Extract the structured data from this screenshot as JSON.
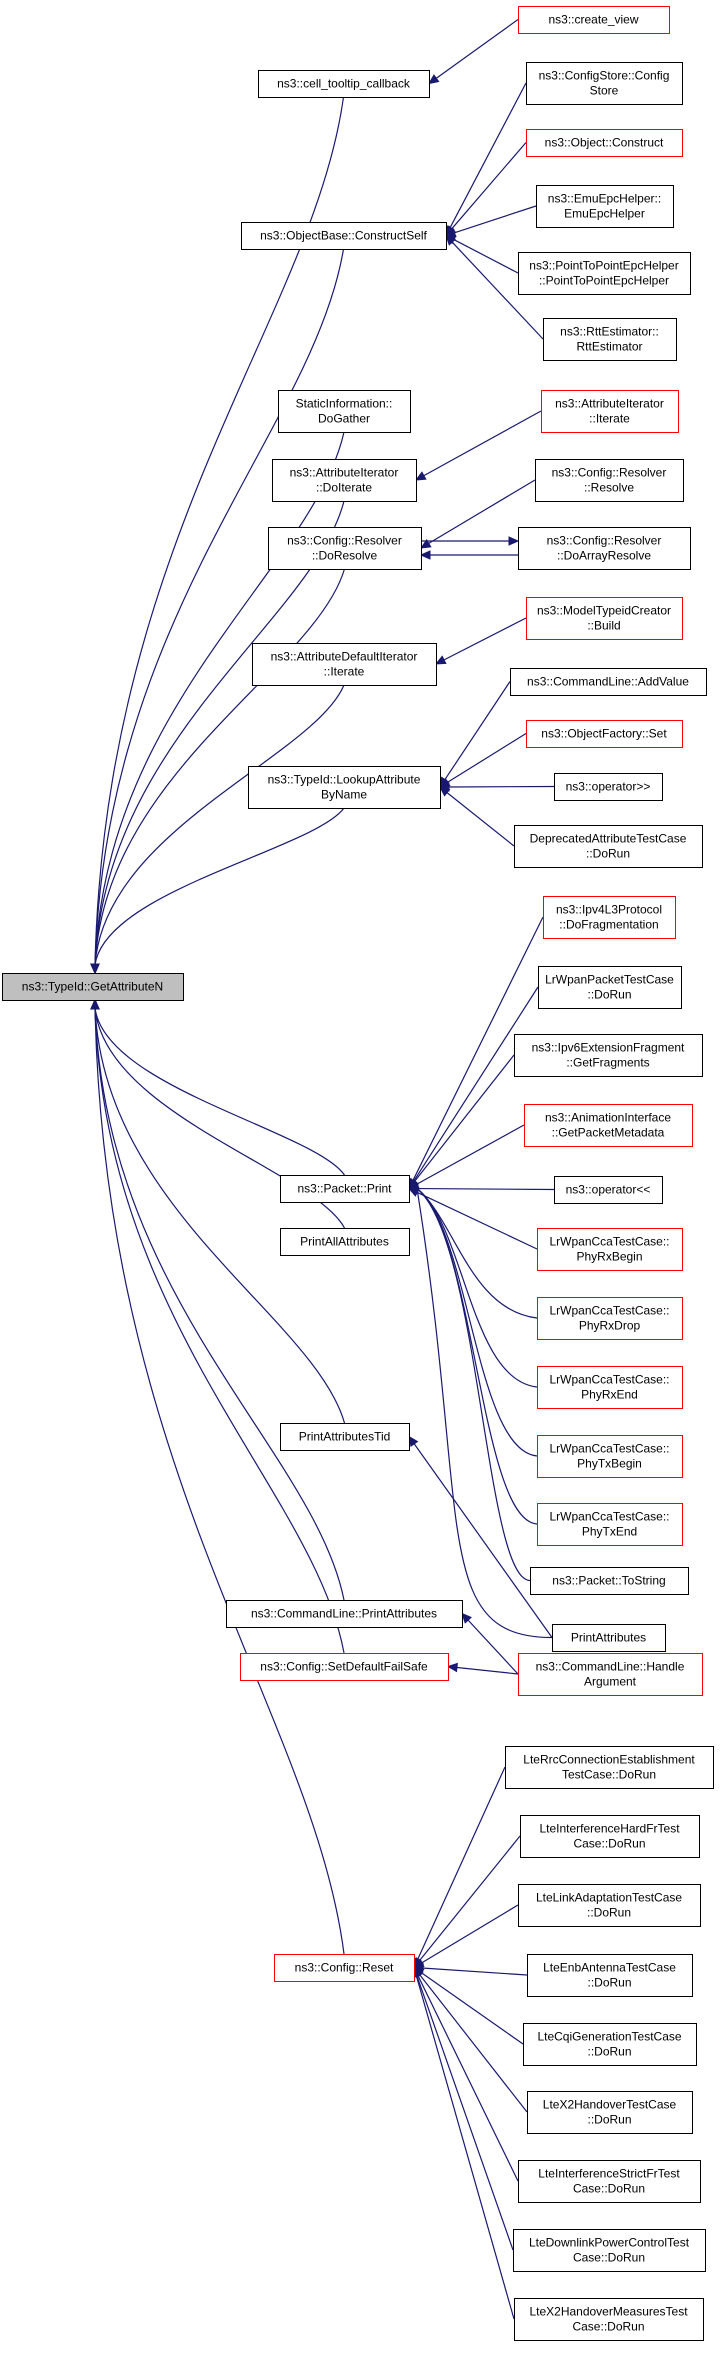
{
  "root": {
    "id": "root",
    "label": [
      "ns3::TypeId::GetAttributeN"
    ]
  },
  "nodes": [
    {
      "id": "cell_tooltip",
      "label": [
        "ns3::cell_tooltip_callback"
      ],
      "red": false
    },
    {
      "id": "create_view",
      "label": [
        "ns3::create_view"
      ],
      "red": true
    },
    {
      "id": "construct_self",
      "label": [
        "ns3::ObjectBase::ConstructSelf"
      ],
      "red": false
    },
    {
      "id": "configstore",
      "label": [
        "ns3::ConfigStore::Config",
        "Store"
      ],
      "red": false
    },
    {
      "id": "object_construct",
      "label": [
        "ns3::Object::Construct"
      ],
      "red": true
    },
    {
      "id": "emu_epc",
      "label": [
        "ns3::EmuEpcHelper::",
        "EmuEpcHelper"
      ],
      "red": false
    },
    {
      "id": "p2p_epc",
      "label": [
        "ns3::PointToPointEpcHelper",
        "::PointToPointEpcHelper"
      ],
      "red": false
    },
    {
      "id": "rtt_est",
      "label": [
        "ns3::RttEstimator::",
        "RttEstimator"
      ],
      "red": false
    },
    {
      "id": "static_info",
      "label": [
        "StaticInformation::",
        "DoGather"
      ],
      "red": false
    },
    {
      "id": "attr_iter_doiterate",
      "label": [
        "ns3::AttributeIterator",
        "::DoIterate"
      ],
      "red": false
    },
    {
      "id": "attr_iter_iterate",
      "label": [
        "ns3::AttributeIterator",
        "::Iterate"
      ],
      "red": true
    },
    {
      "id": "resolver_doresolve",
      "label": [
        "ns3::Config::Resolver",
        "::DoResolve"
      ],
      "red": false
    },
    {
      "id": "resolver_resolve",
      "label": [
        "ns3::Config::Resolver",
        "::Resolve"
      ],
      "red": false
    },
    {
      "id": "resolver_doarray",
      "label": [
        "ns3::Config::Resolver",
        "::DoArrayResolve"
      ],
      "red": false
    },
    {
      "id": "attr_default_iter",
      "label": [
        "ns3::AttributeDefaultIterator",
        "::Iterate"
      ],
      "red": false
    },
    {
      "id": "model_typeid",
      "label": [
        "ns3::ModelTypeidCreator",
        "::Build"
      ],
      "red": true
    },
    {
      "id": "lookup_attr",
      "label": [
        "ns3::TypeId::LookupAttribute",
        "ByName"
      ],
      "red": false
    },
    {
      "id": "cmdline_addvalue",
      "label": [
        "ns3::CommandLine::AddValue"
      ],
      "red": false
    },
    {
      "id": "objfactory_set",
      "label": [
        "ns3::ObjectFactory::Set"
      ],
      "red": true
    },
    {
      "id": "op_rshift",
      "label": [
        "ns3::operator>>"
      ],
      "red": false
    },
    {
      "id": "deprecated_attr",
      "label": [
        "DeprecatedAttributeTestCase",
        "::DoRun"
      ],
      "red": false
    },
    {
      "id": "ipv4l3",
      "label": [
        "ns3::Ipv4L3Protocol",
        "::DoFragmentation"
      ],
      "red": true
    },
    {
      "id": "lrwpan_packet",
      "label": [
        "LrWpanPacketTestCase",
        "::DoRun"
      ],
      "red": false
    },
    {
      "id": "ipv6ext",
      "label": [
        "ns3::Ipv6ExtensionFragment",
        "::GetFragments"
      ],
      "red": false
    },
    {
      "id": "anim_iface",
      "label": [
        "ns3::AnimationInterface",
        "::GetPacketMetadata"
      ],
      "red": true
    },
    {
      "id": "packet_print",
      "label": [
        "ns3::Packet::Print"
      ],
      "red": false
    },
    {
      "id": "op_lshift",
      "label": [
        "ns3::operator<<"
      ],
      "red": false
    },
    {
      "id": "print_all_attrs",
      "label": [
        "PrintAllAttributes"
      ],
      "red": false
    },
    {
      "id": "phy_rx_begin",
      "label": [
        "LrWpanCcaTestCase::",
        "PhyRxBegin"
      ],
      "red": true
    },
    {
      "id": "phy_rx_drop",
      "label": [
        "LrWpanCcaTestCase::",
        "PhyRxDrop"
      ],
      "red": true
    },
    {
      "id": "phy_rx_end",
      "label": [
        "LrWpanCcaTestCase::",
        "PhyRxEnd"
      ],
      "red": true
    },
    {
      "id": "print_attrs_tid",
      "label": [
        "PrintAttributesTid"
      ],
      "red": false
    },
    {
      "id": "phy_tx_begin",
      "label": [
        "LrWpanCcaTestCase::",
        "PhyTxBegin"
      ],
      "red": true
    },
    {
      "id": "phy_tx_end",
      "label": [
        "LrWpanCcaTestCase::",
        "PhyTxEnd"
      ],
      "red": true
    },
    {
      "id": "packet_tostring",
      "label": [
        "ns3::Packet::ToString"
      ],
      "red": false
    },
    {
      "id": "cmdline_printattrs",
      "label": [
        "ns3::CommandLine::PrintAttributes"
      ],
      "red": false
    },
    {
      "id": "print_attrs",
      "label": [
        "PrintAttributes"
      ],
      "red": false
    },
    {
      "id": "set_default_failsafe",
      "label": [
        "ns3::Config::SetDefaultFailSafe"
      ],
      "red": true
    },
    {
      "id": "handle_arg",
      "label": [
        "ns3::CommandLine::Handle",
        "Argument"
      ],
      "red": true
    },
    {
      "id": "lte_rrc",
      "label": [
        "LteRrcConnectionEstablishment",
        "TestCase::DoRun"
      ],
      "red": false
    },
    {
      "id": "lte_interf_hard",
      "label": [
        "LteInterferenceHardFrTest",
        "Case::DoRun"
      ],
      "red": false
    },
    {
      "id": "lte_link_adapt",
      "label": [
        "LteLinkAdaptationTestCase",
        "::DoRun"
      ],
      "red": false
    },
    {
      "id": "config_reset",
      "label": [
        "ns3::Config::Reset"
      ],
      "red": true
    },
    {
      "id": "lte_enb_antenna",
      "label": [
        "LteEnbAntennaTestCase",
        "::DoRun"
      ],
      "red": false
    },
    {
      "id": "lte_cqi",
      "label": [
        "LteCqiGenerationTestCase",
        "::DoRun"
      ],
      "red": false
    },
    {
      "id": "lte_x2_handover",
      "label": [
        "LteX2HandoverTestCase",
        "::DoRun"
      ],
      "red": false
    },
    {
      "id": "lte_interf_strict",
      "label": [
        "LteInterferenceStrictFrTest",
        "Case::DoRun"
      ],
      "red": false
    },
    {
      "id": "lte_dl_power",
      "label": [
        "LteDownlinkPowerControlTest",
        "Case::DoRun"
      ],
      "red": false
    },
    {
      "id": "lte_x2_meas",
      "label": [
        "LteX2HandoverMeasuresTest",
        "Case::DoRun"
      ],
      "red": false
    }
  ],
  "edges": [
    [
      "cell_tooltip",
      "root"
    ],
    [
      "create_view",
      "cell_tooltip"
    ],
    [
      "construct_self",
      "root"
    ],
    [
      "configstore",
      "construct_self"
    ],
    [
      "object_construct",
      "construct_self"
    ],
    [
      "emu_epc",
      "construct_self"
    ],
    [
      "p2p_epc",
      "construct_self"
    ],
    [
      "rtt_est",
      "construct_self"
    ],
    [
      "static_info",
      "root"
    ],
    [
      "attr_iter_doiterate",
      "root"
    ],
    [
      "attr_iter_iterate",
      "attr_iter_doiterate"
    ],
    [
      "resolver_doresolve",
      "root"
    ],
    [
      "resolver_resolve",
      "resolver_doresolve"
    ],
    [
      "resolver_doarray",
      "resolver_doresolve"
    ],
    [
      "resolver_doresolve",
      "resolver_doarray"
    ],
    [
      "attr_default_iter",
      "root"
    ],
    [
      "model_typeid",
      "attr_default_iter"
    ],
    [
      "lookup_attr",
      "root"
    ],
    [
      "cmdline_addvalue",
      "lookup_attr"
    ],
    [
      "objfactory_set",
      "lookup_attr"
    ],
    [
      "op_rshift",
      "lookup_attr"
    ],
    [
      "deprecated_attr",
      "lookup_attr"
    ],
    [
      "packet_print",
      "root"
    ],
    [
      "ipv4l3",
      "packet_print"
    ],
    [
      "lrwpan_packet",
      "packet_print"
    ],
    [
      "ipv6ext",
      "packet_print"
    ],
    [
      "anim_iface",
      "packet_print"
    ],
    [
      "op_lshift",
      "packet_print"
    ],
    [
      "phy_rx_begin",
      "packet_print"
    ],
    [
      "phy_rx_drop",
      "packet_print"
    ],
    [
      "phy_rx_end",
      "packet_print"
    ],
    [
      "phy_tx_begin",
      "packet_print"
    ],
    [
      "phy_tx_end",
      "packet_print"
    ],
    [
      "packet_tostring",
      "packet_print"
    ],
    [
      "print_attrs",
      "packet_print"
    ],
    [
      "print_all_attrs",
      "root"
    ],
    [
      "print_attrs_tid",
      "root"
    ],
    [
      "print_attrs",
      "print_attrs_tid"
    ],
    [
      "cmdline_printattrs",
      "root"
    ],
    [
      "handle_arg",
      "cmdline_printattrs"
    ],
    [
      "set_default_failsafe",
      "root"
    ],
    [
      "handle_arg",
      "set_default_failsafe"
    ],
    [
      "config_reset",
      "root"
    ],
    [
      "lte_rrc",
      "config_reset"
    ],
    [
      "lte_interf_hard",
      "config_reset"
    ],
    [
      "lte_link_adapt",
      "config_reset"
    ],
    [
      "lte_enb_antenna",
      "config_reset"
    ],
    [
      "lte_cqi",
      "config_reset"
    ],
    [
      "lte_x2_handover",
      "config_reset"
    ],
    [
      "lte_interf_strict",
      "config_reset"
    ],
    [
      "lte_dl_power",
      "config_reset"
    ],
    [
      "lte_x2_meas",
      "config_reset"
    ]
  ]
}
